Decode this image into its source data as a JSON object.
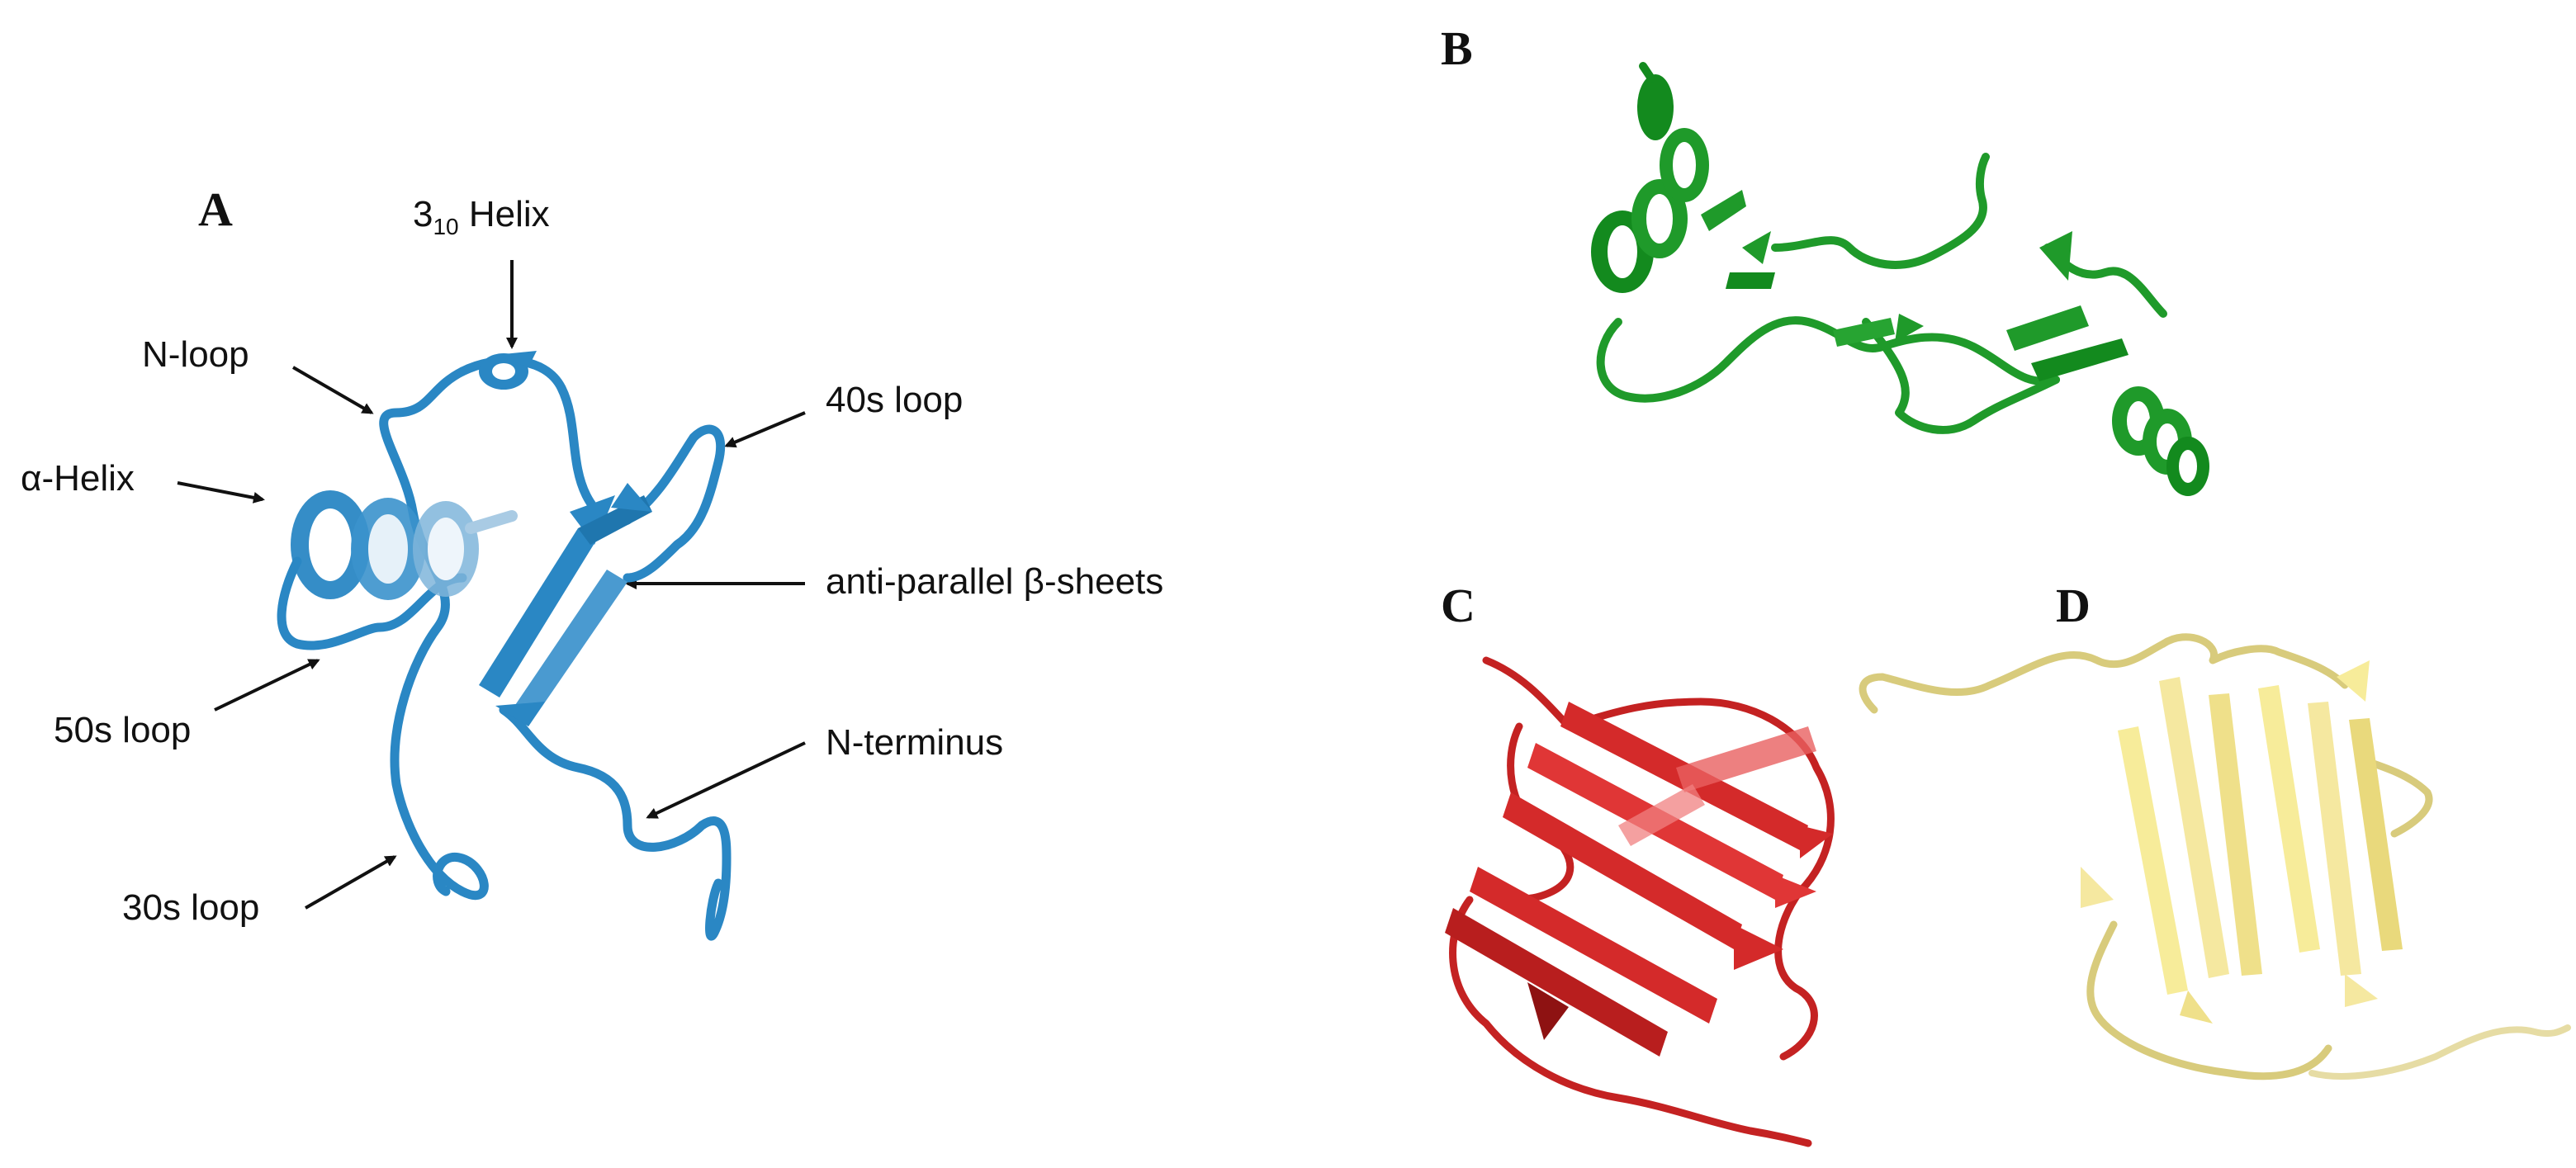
{
  "panels": {
    "a": {
      "letter": "A"
    },
    "b": {
      "letter": "B"
    },
    "c": {
      "letter": "C"
    },
    "d": {
      "letter": "D"
    }
  },
  "labels": {
    "helix310_base": "3",
    "helix310_sub": "10",
    "helix310_rest": " Helix",
    "n_loop": "N-loop",
    "alpha_helix": "α-Helix",
    "loop_40s": "40s loop",
    "beta_sheets": "anti-parallel β-sheets",
    "loop_50s": "50s loop",
    "n_terminus": "N-terminus",
    "loop_30s": "30s loop"
  },
  "colors": {
    "panel_a": "#2a87c4",
    "panel_b": "#1f9a2a",
    "panel_c": "#d42a2a",
    "panel_d": "#f5e8a0"
  }
}
